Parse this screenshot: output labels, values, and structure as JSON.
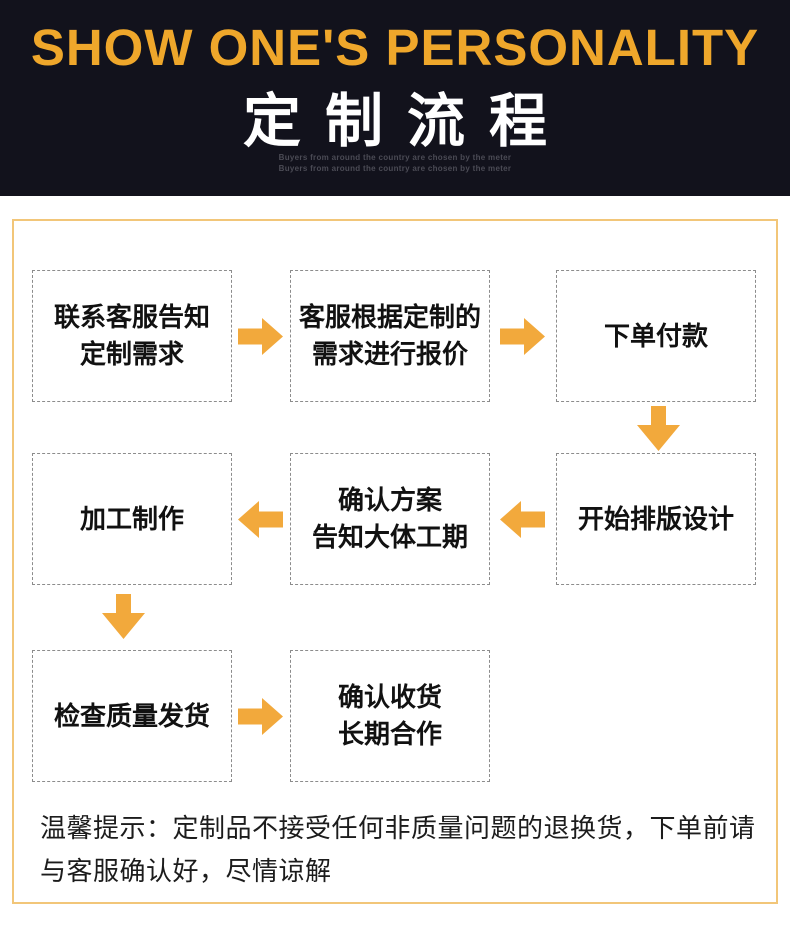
{
  "header": {
    "en_title": "SHOW ONE'S PERSONALITY",
    "cn_title": "定制流程",
    "tagline1": "Buyers from around the country are chosen by the meter",
    "tagline2": "Buyers from around the country are chosen by the meter"
  },
  "flow": {
    "steps": [
      {
        "lines": [
          "联系客服告知",
          "定制需求"
        ]
      },
      {
        "lines": [
          "客服根据定制的",
          "需求进行报价"
        ]
      },
      {
        "lines": [
          "下单付款"
        ]
      },
      {
        "lines": [
          "开始排版设计"
        ]
      },
      {
        "lines": [
          "确认方案",
          "告知大体工期"
        ]
      },
      {
        "lines": [
          "加工制作"
        ]
      },
      {
        "lines": [
          "检查质量发货"
        ]
      },
      {
        "lines": [
          "确认收货",
          "长期合作"
        ]
      }
    ]
  },
  "notice": {
    "line1": "温馨提示：定制品不接受任何非质量问题的退换货，下单前请",
    "line2": "与客服确认好，尽情谅解"
  },
  "colors": {
    "accent": "#F2A93C",
    "header_bg": "#12121C",
    "title_yellow": "#EFA72B",
    "container_border": "#F2C679",
    "tagline": "#4B4B55",
    "box_border": "#8C8C8C",
    "text": "#111111"
  }
}
